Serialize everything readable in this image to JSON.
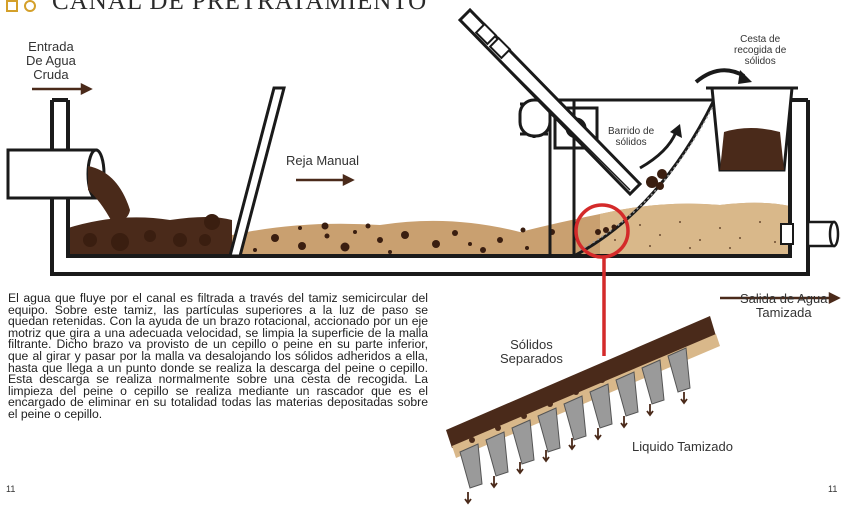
{
  "title": "CANAL DE PRETRATAMIENTO",
  "labels": {
    "entrada": [
      "Entrada",
      "De Agua",
      "Cruda"
    ],
    "reja": "Reja Manual",
    "cesta": [
      "Cesta de",
      "recogida de",
      "sólidos"
    ],
    "barrido": [
      "Barrido de",
      "sólidos"
    ],
    "salida": [
      "Salida de Agua",
      "Tamizada"
    ],
    "solidos": [
      "Sólidos",
      "Separados"
    ],
    "liquido": "Liquido Tamizado"
  },
  "body": "El agua que fluye por el canal es filtrada a través del tamiz semicircular del equipo. Sobre este tamiz, las partículas superiores a la luz de paso se quedan retenidas. Con la ayuda de un brazo rotacional, accionado por un eje motriz que gira a una adecuada velocidad, se limpia la superficie de la malla filtrante. Dicho brazo va provisto de un cepillo o peine en su parte inferior, que al girar y pasar por la malla va desalojando los sólidos adheridos a ella, hasta que llega a un punto donde se realiza la descarga del peine o cepillo. Esta descarga se realiza normalmente sobre una cesta de recogida. La limpieza del peine o cepillo se realiza mediante un rascador que es el encargado de eliminar en su totalidad todas las materias depositadas sobre el peine o cepillo.",
  "page_left": "11",
  "page_right": "11",
  "colors": {
    "outline": "#1a1a1a",
    "dark_water": "#4a2a1a",
    "sediment": "#c9a070",
    "sediment_light": "#d9b88a",
    "solids": "#3a1e10",
    "highlight": "#d42a2a",
    "accent": "#d4a02a",
    "arrow": "#4a2a1a",
    "mesh": "#9a9a9a"
  }
}
